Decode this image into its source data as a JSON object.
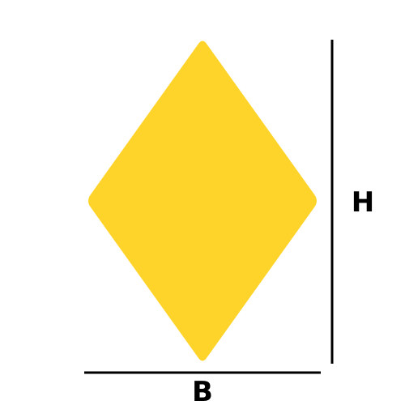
{
  "diagram": {
    "shape": "rhombus",
    "fill_color": "#FFD42A",
    "line_color": "#000000",
    "labels": {
      "height": "H",
      "base": "B"
    }
  }
}
